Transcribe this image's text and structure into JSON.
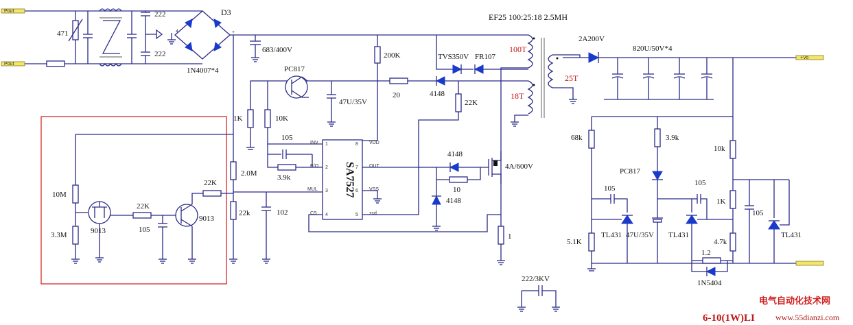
{
  "transformer": {
    "spec": "EF25 100:25:18  2.5MH",
    "primary": "100T",
    "aux": "18T",
    "secondary": "25T"
  },
  "input": {
    "label_top": "Pout",
    "label_bottom": "Pout",
    "varistor": "471",
    "cap_x1": "222",
    "cap_y": "222"
  },
  "bridge": {
    "ref": "D3",
    "part": "1N4007*4"
  },
  "primary_side": {
    "bulk_cap": "683/400V",
    "r_start": "200K",
    "optocoupler": "PC817",
    "tvs": "TVS350V",
    "fr": "FR107",
    "diode_4148_a": "4148",
    "r_20": "20",
    "cap_vdd": "47U/35V",
    "r_22k_a": "22K",
    "r_1k": "1K",
    "r_10k": "10K",
    "cap_105": "105",
    "r_3k9": "3.9k",
    "r_2m": "2.0M",
    "r_22k_b": "22k",
    "cap_102": "102",
    "diode_4148_b": "4148",
    "r_10": "10",
    "diode_4148_c": "4148",
    "mosfet": "4A/600V",
    "r_sense": "1"
  },
  "controller": {
    "name": "SA7527",
    "pins": {
      "inv": "INV",
      "eo": "E/O",
      "mul": "MUL",
      "cs": "CS",
      "vdd": "VDD",
      "out": "OUT",
      "vss": "VSS",
      "zcd": "zcd"
    },
    "pin_numbers": [
      "1",
      "2",
      "3",
      "4",
      "8",
      "7",
      "6",
      "5"
    ]
  },
  "aux_circuit": {
    "r_10m": "10M",
    "r_3m3": "3.3M",
    "q1": "9013",
    "r_22k": "22K",
    "cap_105": "105",
    "q2": "9013",
    "r_22k_out": "22K"
  },
  "secondary_side": {
    "diode": "2A200V",
    "caps": "820U/50V*4",
    "out_label": "+Vo",
    "r_68k": "68k",
    "r_3k9": "3.9k",
    "r_10k": "10k",
    "optocoupler": "PC817",
    "cap_105_a": "105",
    "cap_105_b": "105",
    "cap_105_c": "105",
    "r_1k": "1K",
    "r_5k1": "5.1K",
    "tl431_a": "TL431",
    "cap_47u": "47U/35V",
    "tl431_b": "TL431",
    "r_4k7": "4.7k",
    "tl431_c": "TL431",
    "r_1r2": "1.2",
    "diode_1n5404": "1N5404"
  },
  "y_cap": "222/3KV",
  "footer": {
    "site_cn": "电气自动化技术网",
    "title": "6-10(1W)LI",
    "url": "www.55dianzi.com"
  },
  "colors": {
    "wire": "#2a2a8a",
    "diode": "#1a3acb",
    "highlight_box": "#d01818",
    "watermark": "#c01818"
  }
}
